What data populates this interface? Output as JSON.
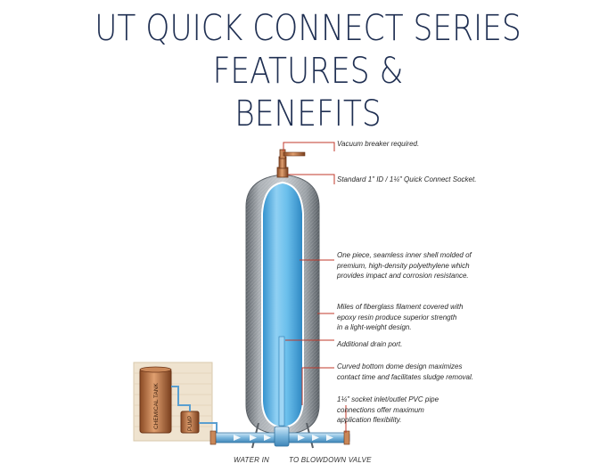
{
  "title": {
    "line1": "UT QUICK CONNECT SERIES FEATURES &",
    "line2": "BENEFITS"
  },
  "callouts": [
    {
      "id": "vacuum",
      "lines": [
        "Vacuum breaker required."
      ]
    },
    {
      "id": "socket",
      "lines": [
        "Standard 1\" ID / 1¼\" Quick Connect Socket."
      ]
    },
    {
      "id": "shell",
      "lines": [
        "One piece, seamless inner shell molded of",
        "premium, high-density polyethylene which",
        "provides impact and corrosion resistance."
      ]
    },
    {
      "id": "fiberglass",
      "lines": [
        "Miles of fiberglass filament covered with",
        "epoxy resin produce superior strength",
        "in a light-weight design."
      ]
    },
    {
      "id": "drain",
      "lines": [
        "Additional drain port."
      ]
    },
    {
      "id": "dome",
      "lines": [
        "Curved bottom dome design maximizes",
        "contact time and facilitates sludge removal."
      ]
    },
    {
      "id": "pvc",
      "lines": [
        "1¼\" socket inlet/outlet PVC pipe",
        "connections offer maximum",
        "application flexibility."
      ]
    }
  ],
  "labels": {
    "chemical_tank": "CHEMICAL TANK",
    "pump": "PUMP",
    "water_in": "WATER IN",
    "to_blowdown": "TO BLOWDOWN VALVE"
  },
  "colors": {
    "title": "#1f2f52",
    "leader": "#c0392b",
    "inner_shell": "#4aa8dc",
    "outer_shell": "#8f9499",
    "copper": "#b8703f",
    "pipe": "#7ab6dc",
    "panel": "#efe3cf"
  }
}
